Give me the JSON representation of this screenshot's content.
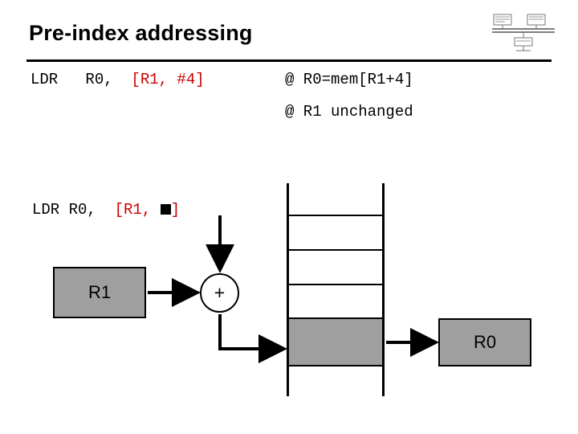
{
  "slide": {
    "title": "Pre-index addressing",
    "code": {
      "line1_prefix": "LDR   R0,  ",
      "line1_operand": "[R1, #4]",
      "comment1": "@ R0=mem[R1+4]",
      "comment2": "@ R1 unchanged",
      "line2_prefix": "LDR R0,  ",
      "line2_operand_open": "[R1, ",
      "line2_operand_close": "]"
    },
    "diagram": {
      "register_base_label": "R1",
      "register_dest_label": "R0",
      "adder_label": "+",
      "memory_cells": 4,
      "highlighted_cell_index": 3
    },
    "colors": {
      "accent_red": "#cc0000",
      "box_fill": "#9f9f9f",
      "outline": "#000000",
      "background": "#ffffff"
    },
    "logo": {
      "alt": "circuit-schematic-logo"
    }
  }
}
